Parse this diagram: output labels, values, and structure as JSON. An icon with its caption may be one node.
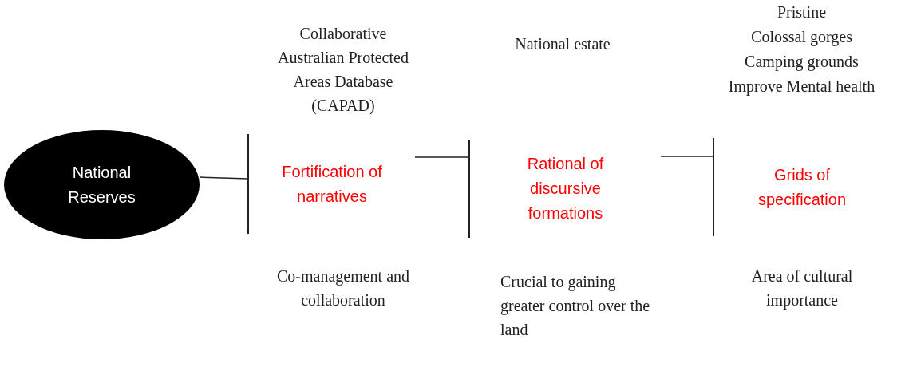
{
  "diagram": {
    "nodes": [
      {
        "text": [
          "National Reserves"
        ]
      },
      {
        "text": [
          "Fortification of narratives"
        ]
      },
      {
        "text": [
          "Rational of discursive formations"
        ]
      },
      {
        "text": [
          "Grids of specification"
        ]
      }
    ],
    "edges": [
      {
        "from": 0,
        "to": 1,
        "arrow": "none"
      },
      {
        "from": 1,
        "to": 2,
        "arrow": "none"
      },
      {
        "from": 2,
        "to": 3,
        "arrow": "none"
      }
    ],
    "labels": [
      "Collaborative Australian Protected Areas Database (CAPAD)",
      "National estate",
      "Pristine",
      "Colossal gorges",
      "Camping grounds",
      "Improve Mental health",
      "Co-management and collaboration",
      "Crucial to gaining greater control over the land",
      "Area of cultural importance"
    ]
  }
}
